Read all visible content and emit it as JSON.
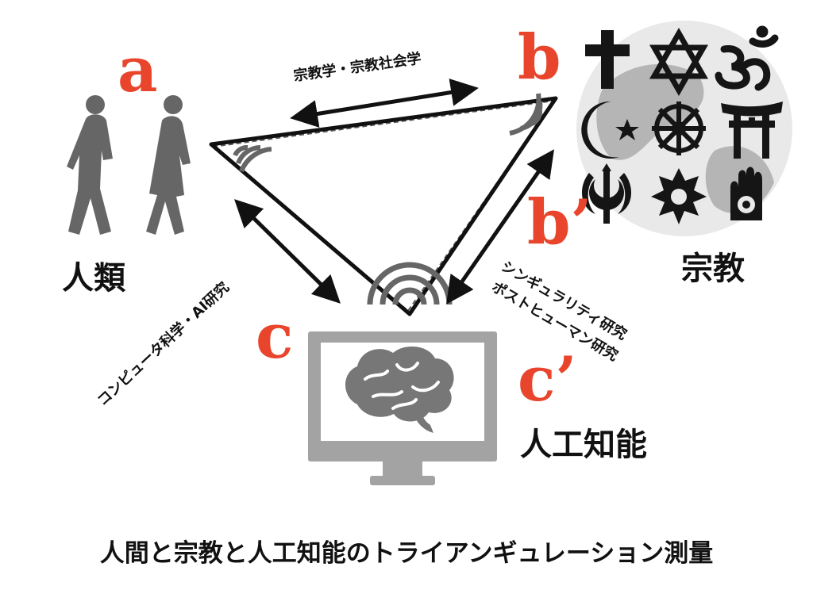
{
  "nodes": {
    "a": {
      "letter": "a",
      "label": "人類"
    },
    "b": {
      "letter": "b",
      "label": "宗教"
    },
    "b_prime": {
      "letter": "b’"
    },
    "c": {
      "letter": "c"
    },
    "c_prime": {
      "letter": "c’",
      "label": "人工知能"
    }
  },
  "edges": {
    "a_b": "宗教学・宗教社会学",
    "a_c": "コンピュータ科学・AI研究",
    "b_c_line1": "シンギュラリティ研究",
    "b_c_line2": "ポストヒューマン研究"
  },
  "caption": "人間と宗教と人工知能のトライアンギュレーション測量",
  "colors": {
    "accent": "#e8452c",
    "ink": "#111111",
    "icon_gray": "#6b6b6b",
    "monitor_gray": "#a0a0a0"
  },
  "icons": [
    "two-walking-people-icon",
    "world-religion-symbols-icon",
    "computer-brain-icon",
    "signal-arc-icon"
  ]
}
